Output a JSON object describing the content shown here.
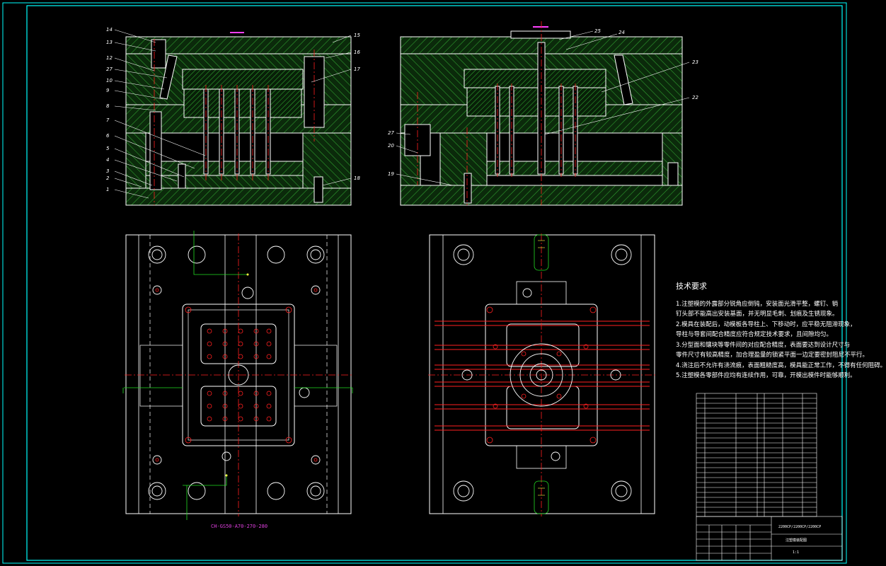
{
  "callouts_left": [
    "14",
    "13",
    "12",
    "27",
    "10",
    "9",
    "8",
    "7",
    "6",
    "5",
    "4",
    "3",
    "2",
    "1"
  ],
  "callouts_left_right": [
    "15",
    "16",
    "17",
    "18"
  ],
  "callouts_right_top": [
    "25",
    "24",
    "23",
    "22"
  ],
  "callouts_right_left": [
    "27",
    "20",
    "19"
  ],
  "part_number": "CH-GS50-A70-270-280",
  "tech": {
    "title": "技术要求",
    "lines": [
      "1.注塑模的外露部分锐角应倒钝，安装面光滑平整，螺钉、销",
      "  钉头部不能高出安装基面，并无明显毛刺、划痕及生锈现象。",
      "2.模具在装配后，动模板各导柱上、下移动时，应平稳无阻滞现象，",
      "  导柱与导套间配合精度应符合规定技术要求，且间隙均匀。",
      "3.分型面和镶块等零件间的对应配合精度，表面要达到设计尺寸与",
      "  零件尺寸有较高精度，加合理盈量的锁紧平面一边定要密封阻尼不平行。",
      "4.浇注后不允许有浇流痕，表面粗糙度高，模具能正常工作，不得有任何阻碍。",
      "5.注塑模各零部件应均有连续作用，可靠，开模出模件时能够顺利。"
    ]
  },
  "titleblock": {
    "drawing_no": "2200CP/2200CP/2200CP",
    "name": "注塑模装配图",
    "scale": "1:1"
  },
  "colors": {
    "bg": "#000000",
    "frame": "#00ffff",
    "hatch": "#1a8a1a",
    "red": "#ff2020",
    "white": "#ffffff",
    "magenta": "#ff40ff",
    "green": "#22dd22",
    "yellow": "#ffff40"
  }
}
